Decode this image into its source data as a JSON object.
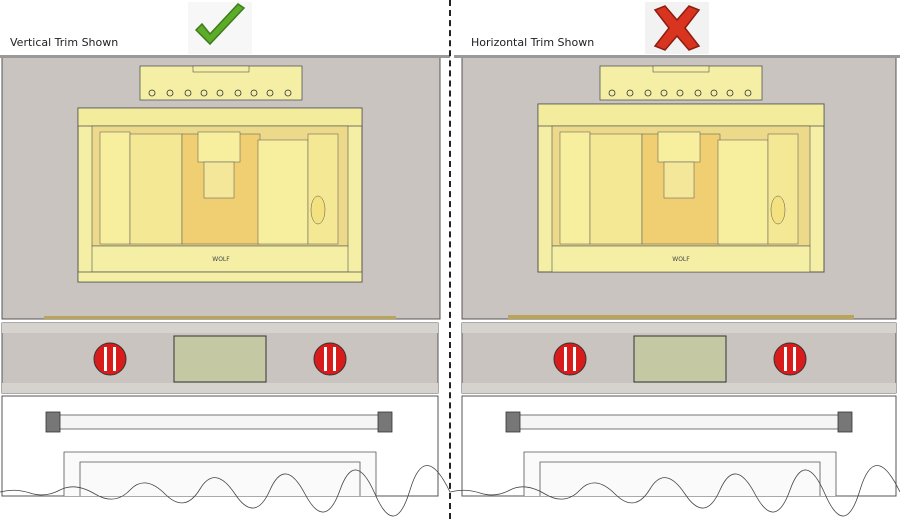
{
  "panels": [
    {
      "label": "Vertical Trim Shown",
      "status": "correct",
      "status_icon": "checkmark-icon",
      "trim": "vertical"
    },
    {
      "label": "Horizontal Trim Shown",
      "status": "incorrect",
      "status_icon": "x-mark-icon",
      "trim": "horizontal"
    }
  ],
  "brand": "WOLF",
  "colors": {
    "panel_face": "#c9c4c0",
    "appliance_body": "#f4efa5",
    "appliance_shade": "#e3d57e",
    "knob": "#d81b1b",
    "display": "#c5c9a3",
    "checkmark": "#5cab29",
    "x_mark": "#d9341f"
  }
}
